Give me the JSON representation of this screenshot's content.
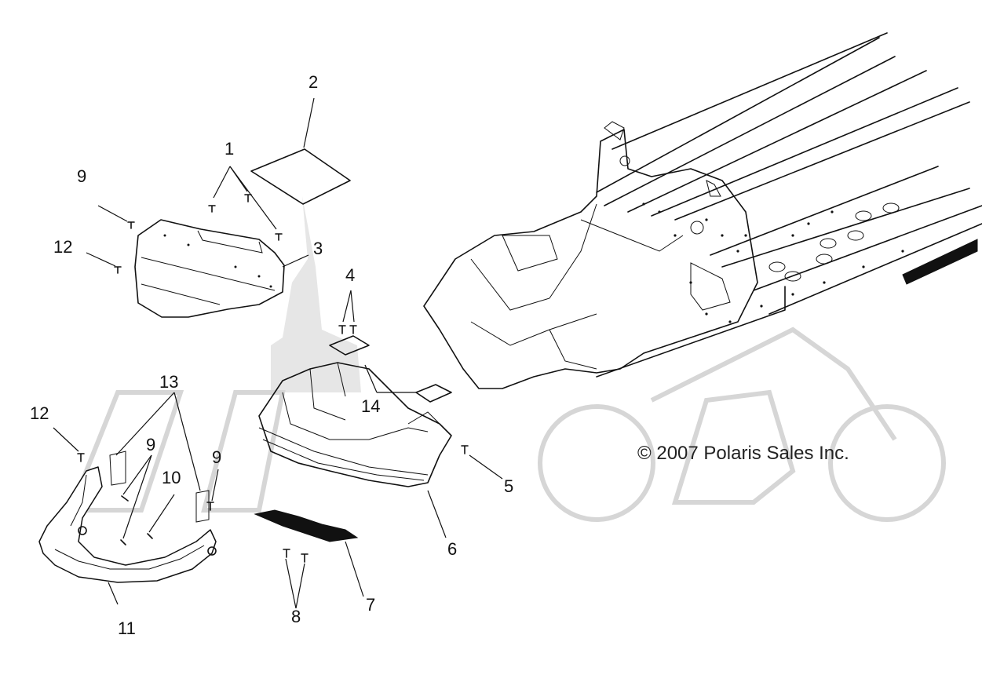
{
  "diagram": {
    "copyright": "© 2007 Polaris Sales Inc.",
    "callouts": [
      {
        "id": "1",
        "text": "1"
      },
      {
        "id": "2",
        "text": "2"
      },
      {
        "id": "3",
        "text": "3"
      },
      {
        "id": "4",
        "text": "4"
      },
      {
        "id": "5",
        "text": "5"
      },
      {
        "id": "6",
        "text": "6"
      },
      {
        "id": "7",
        "text": "7"
      },
      {
        "id": "8",
        "text": "8"
      },
      {
        "id": "9a",
        "text": "9"
      },
      {
        "id": "9b",
        "text": "9"
      },
      {
        "id": "9c",
        "text": "9"
      },
      {
        "id": "10",
        "text": "10"
      },
      {
        "id": "11",
        "text": "11"
      },
      {
        "id": "12a",
        "text": "12"
      },
      {
        "id": "12b",
        "text": "12"
      },
      {
        "id": "13",
        "text": "13"
      },
      {
        "id": "14",
        "text": "14"
      }
    ]
  }
}
